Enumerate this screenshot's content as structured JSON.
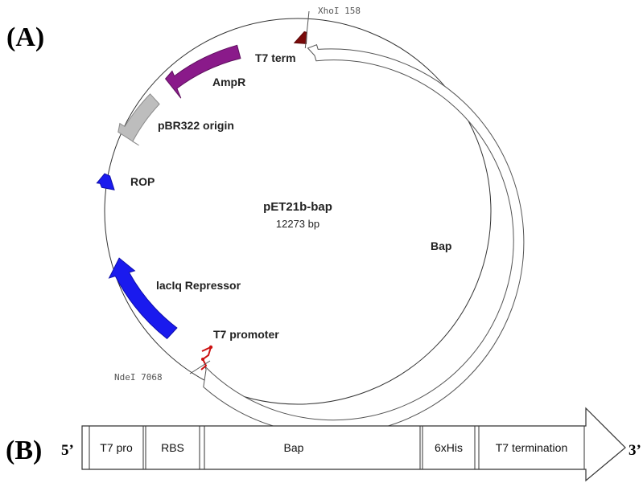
{
  "panel_a": {
    "label": "(A)",
    "plasmid_name": "pET21b-bap",
    "plasmid_size": "12273 bp",
    "features": {
      "t7_term": "T7 term",
      "ampr": "AmpR",
      "pbr322_origin": "pBR322 origin",
      "rop": "ROP",
      "laciq": "lacIq Repressor",
      "t7_promoter": "T7 promoter",
      "bap": "Bap"
    },
    "sites": {
      "xhoi": "XhoI 158",
      "ndei": "NdeI 7068"
    },
    "colors": {
      "ampr": "#8a1a8a",
      "pbr322_origin": "#b8b8b8",
      "rop": "#1a1aee",
      "laciq": "#1a1aee",
      "t7_term": "#7a0a0a",
      "t7_promoter": "#cc1111"
    }
  },
  "panel_b": {
    "label": "(B)",
    "five_prime": "5’",
    "three_prime": "3’",
    "segments": [
      "T7 pro",
      "RBS",
      "Bap",
      "6xHis",
      "T7 termination"
    ]
  }
}
